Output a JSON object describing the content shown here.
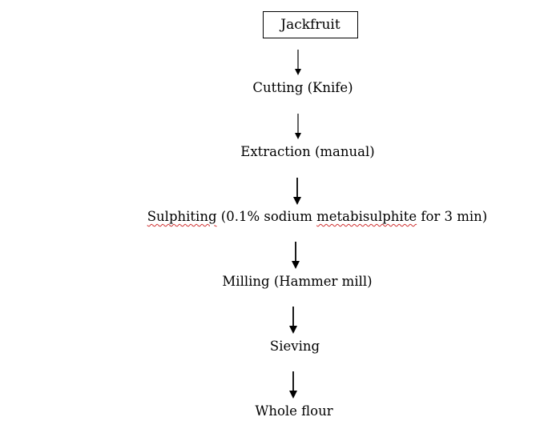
{
  "flow": {
    "start": "Jackfruit",
    "steps": [
      "Cutting (Knife)",
      "Extraction (manual)",
      "Sulphiting (0.1% sodium metabisulphite for 3 min)",
      "Milling (Hammer mill)",
      "Sieving",
      "Whole flour"
    ],
    "sulphiting_parts": {
      "word1": "Sulphiting",
      "mid": " (0.1% sodium ",
      "word2": "metabisulphite",
      "end": " for 3 min)"
    }
  },
  "colors": {
    "text": "#000000",
    "spellcheck_underline": "#d03030"
  }
}
